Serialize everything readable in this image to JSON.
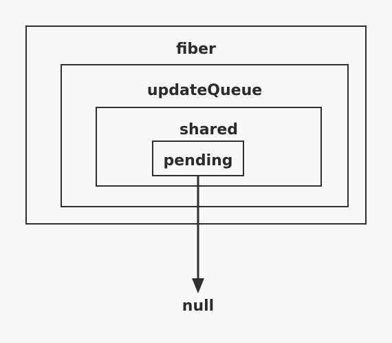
{
  "diagram": {
    "fiber": "fiber",
    "updateQueue": "updateQueue",
    "shared": "shared",
    "pending": "pending",
    "null_target": "null"
  },
  "colors": {
    "stroke": "#2f2f2f",
    "background": "#f8f8f8",
    "text": "#2b2b2b"
  }
}
